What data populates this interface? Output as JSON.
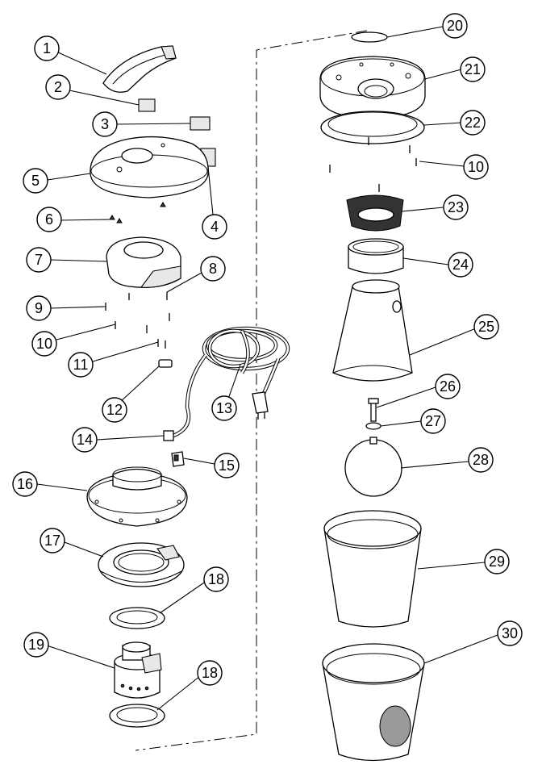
{
  "callouts": [
    {
      "label": "1"
    },
    {
      "label": "2"
    },
    {
      "label": "3"
    },
    {
      "label": "4"
    },
    {
      "label": "5"
    },
    {
      "label": "6"
    },
    {
      "label": "7"
    },
    {
      "label": "8"
    },
    {
      "label": "9"
    },
    {
      "label": "10"
    },
    {
      "label": "11"
    },
    {
      "label": "12"
    },
    {
      "label": "13"
    },
    {
      "label": "14"
    },
    {
      "label": "15"
    },
    {
      "label": "16"
    },
    {
      "label": "17"
    },
    {
      "label": "18"
    },
    {
      "label": "19"
    },
    {
      "label": "18"
    },
    {
      "label": "20"
    },
    {
      "label": "21"
    },
    {
      "label": "22"
    },
    {
      "label": "10"
    },
    {
      "label": "23"
    },
    {
      "label": "24"
    },
    {
      "label": "25"
    },
    {
      "label": "26"
    },
    {
      "label": "27"
    },
    {
      "label": "28"
    },
    {
      "label": "29"
    },
    {
      "label": "30"
    }
  ]
}
